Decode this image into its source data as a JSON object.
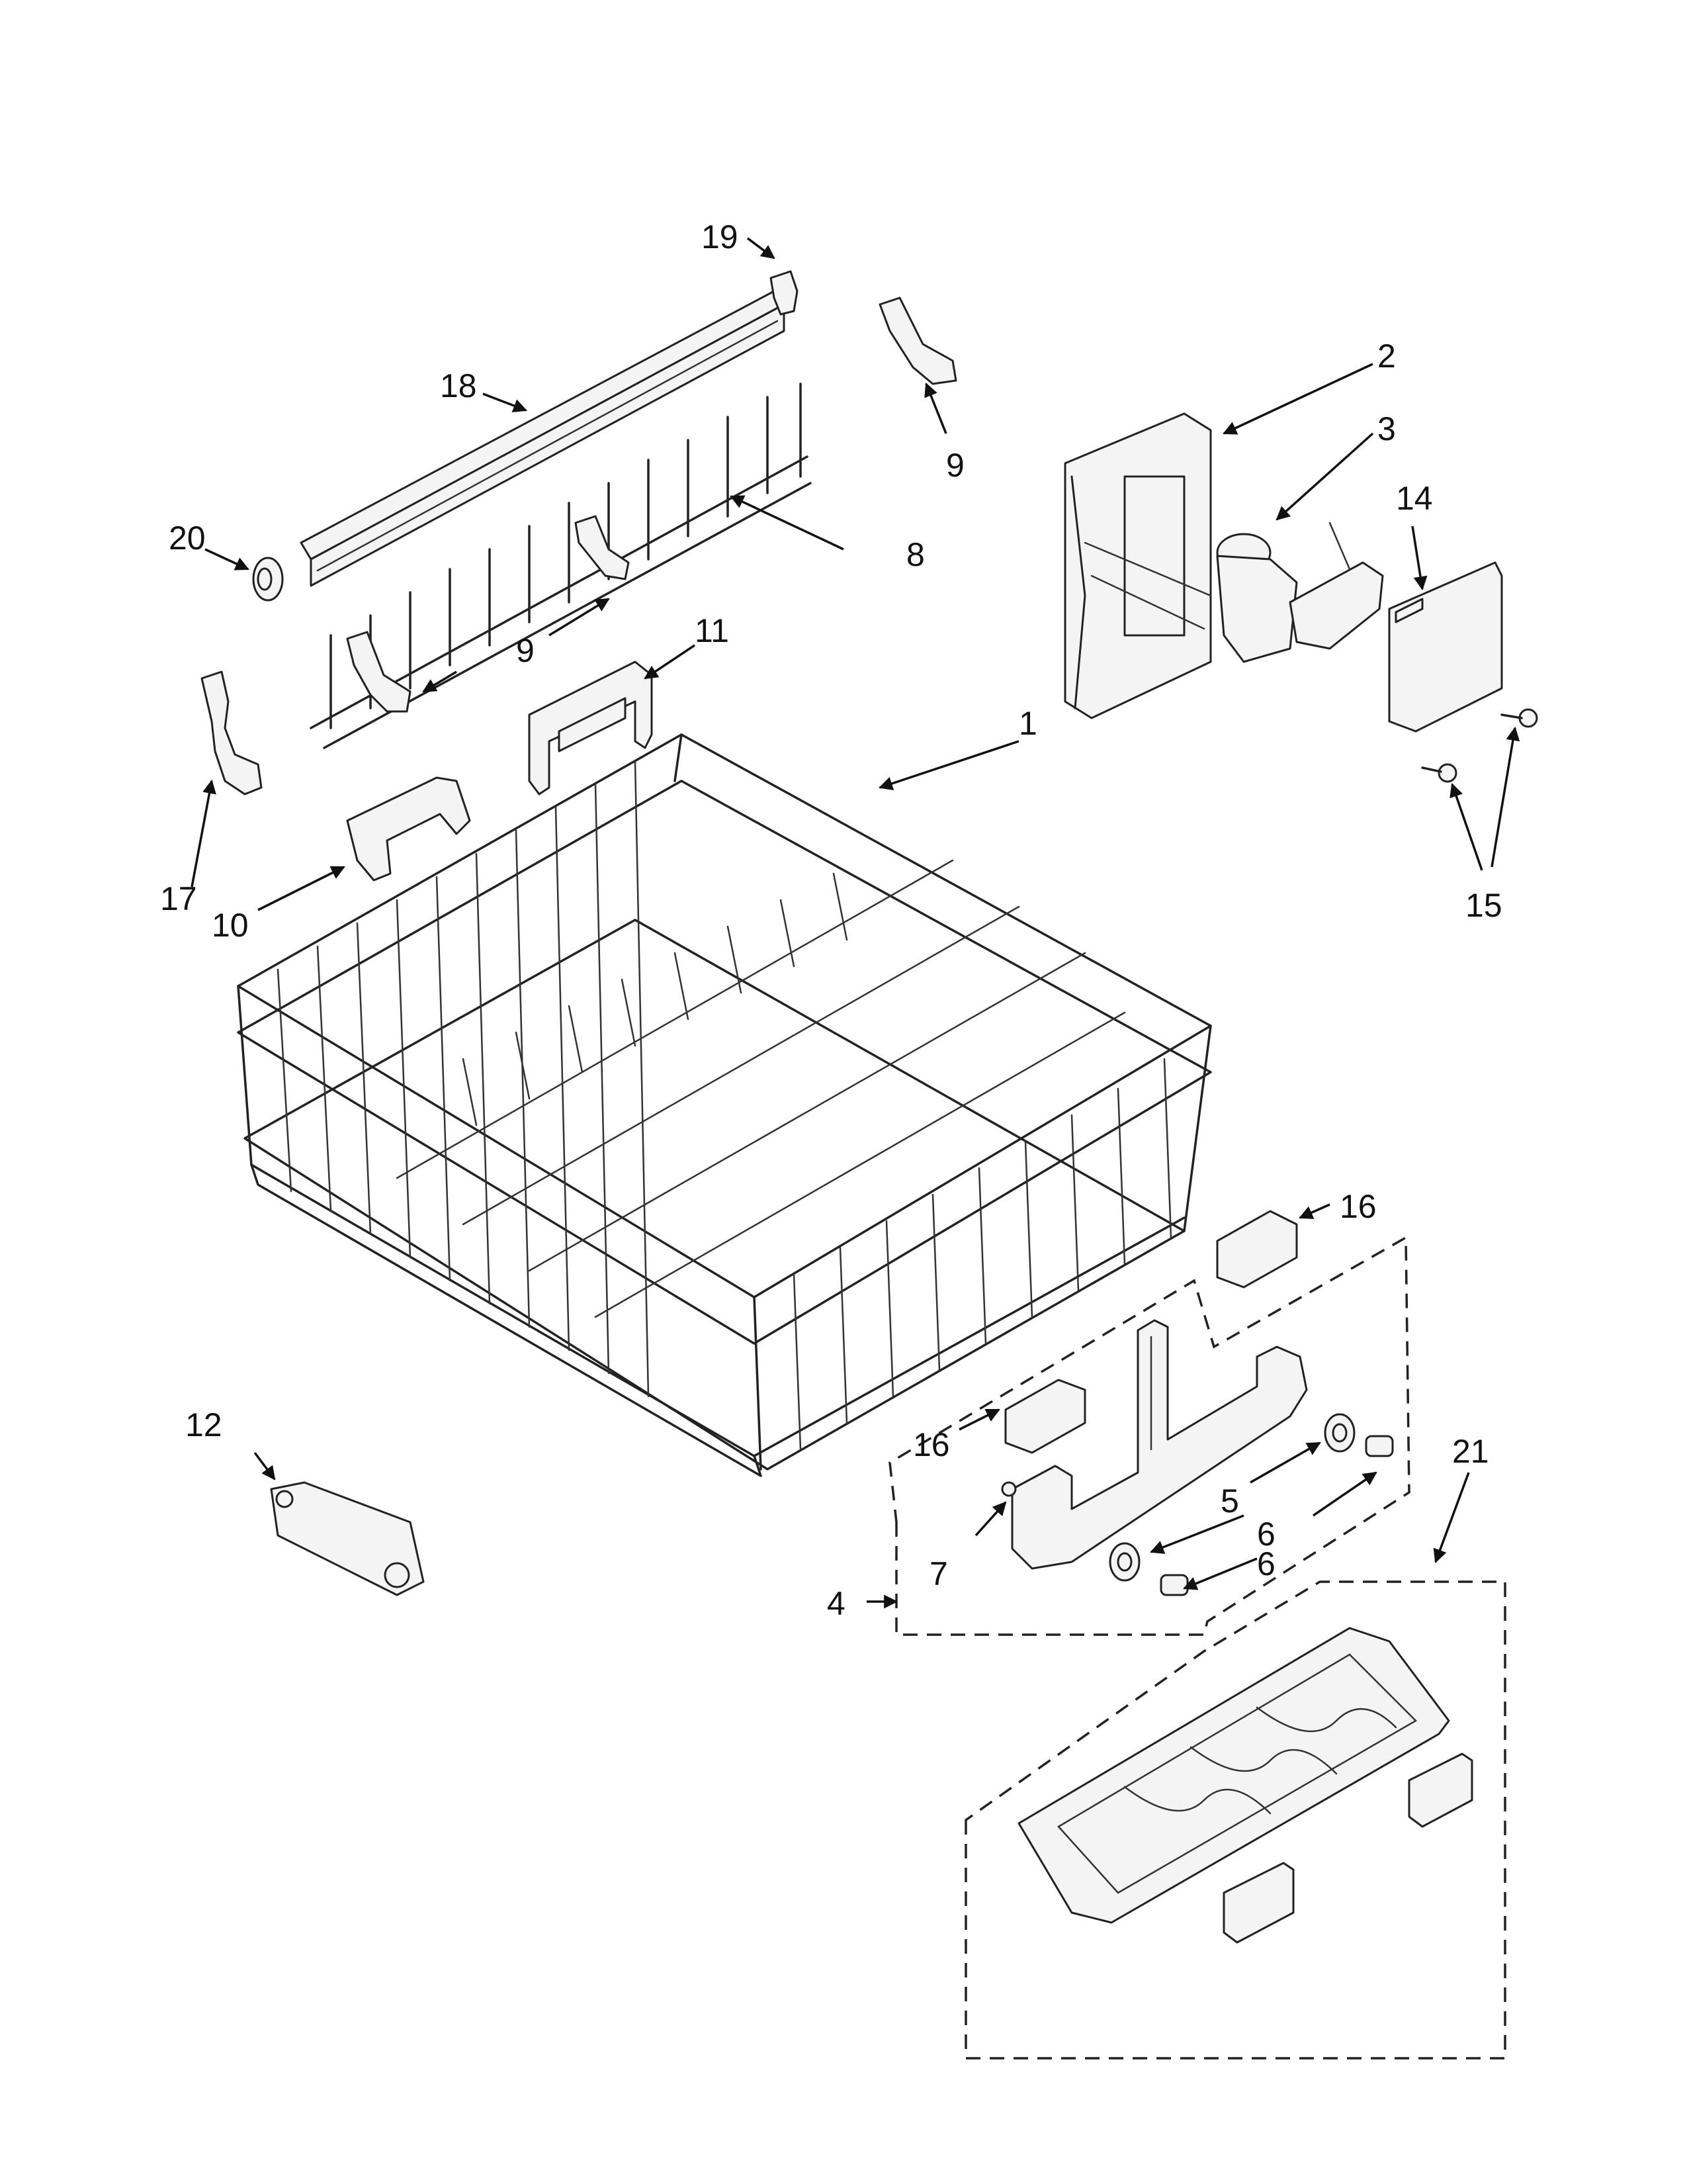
{
  "diagram": {
    "callouts": [
      {
        "id": "1",
        "text": "1"
      },
      {
        "id": "2",
        "text": "2"
      },
      {
        "id": "3",
        "text": "3"
      },
      {
        "id": "4",
        "text": "4"
      },
      {
        "id": "5",
        "text": "5"
      },
      {
        "id": "6a",
        "text": "6"
      },
      {
        "id": "6b",
        "text": "6"
      },
      {
        "id": "7",
        "text": "7"
      },
      {
        "id": "8",
        "text": "8"
      },
      {
        "id": "9a",
        "text": "9"
      },
      {
        "id": "9b",
        "text": "9"
      },
      {
        "id": "10",
        "text": "10"
      },
      {
        "id": "11",
        "text": "11"
      },
      {
        "id": "12",
        "text": "12"
      },
      {
        "id": "14",
        "text": "14"
      },
      {
        "id": "15",
        "text": "15"
      },
      {
        "id": "16a",
        "text": "16"
      },
      {
        "id": "16b",
        "text": "16"
      },
      {
        "id": "17",
        "text": "17"
      },
      {
        "id": "18",
        "text": "18"
      },
      {
        "id": "19",
        "text": "19"
      },
      {
        "id": "20",
        "text": "20"
      },
      {
        "id": "21",
        "text": "21"
      }
    ]
  },
  "colors": {
    "line": "#222222",
    "fill": "#f4f4f4",
    "background": "#ffffff"
  }
}
